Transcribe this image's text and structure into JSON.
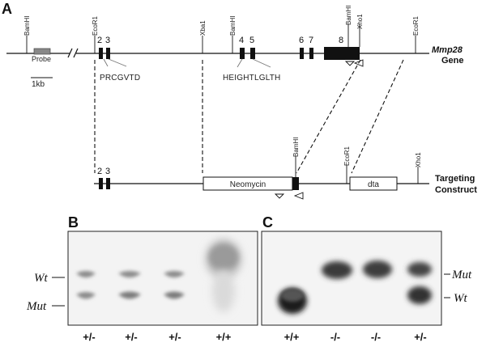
{
  "panel_a": {
    "letter": "A",
    "gene_name": "Mmp28",
    "gene_word": "Gene",
    "construct_line1": "Targeting",
    "construct_line2": "Construct",
    "probe_label": "Probe",
    "scale_label": "1kb",
    "sites": {
      "bamhi_left": "BamHI",
      "ecor1_left": "EcoR1",
      "xba1": "Xba1",
      "bamhi_mid": "BamHI",
      "bamhi_right": "BamHI",
      "xho1_gene": "Xho1",
      "ecor1_right": "EcoR1",
      "bamhi_construct": "BamHI",
      "ecor1_construct": "EcoR1",
      "xho1_construct": "Xho1"
    },
    "exons": {
      "e2": "2",
      "e3": "3",
      "e4": "4",
      "e5": "5",
      "e6": "6",
      "e7": "7",
      "e8": "8",
      "c2": "2",
      "c3": "3"
    },
    "motifs": {
      "prc": "PRCGVTD",
      "zinc": "HEIGHTLGLTH"
    },
    "cassettes": {
      "neo": "Neomycin",
      "dta": "dta"
    }
  },
  "panel_b": {
    "letter": "B",
    "wt_label": "Wt",
    "mut_label": "Mut",
    "lanes": [
      "+/-",
      "+/-",
      "+/-",
      "+/+"
    ]
  },
  "panel_c": {
    "letter": "C",
    "wt_label": "Wt",
    "mut_label": "Mut",
    "lanes": [
      "+/+",
      "-/-",
      "-/-",
      "+/-"
    ]
  }
}
